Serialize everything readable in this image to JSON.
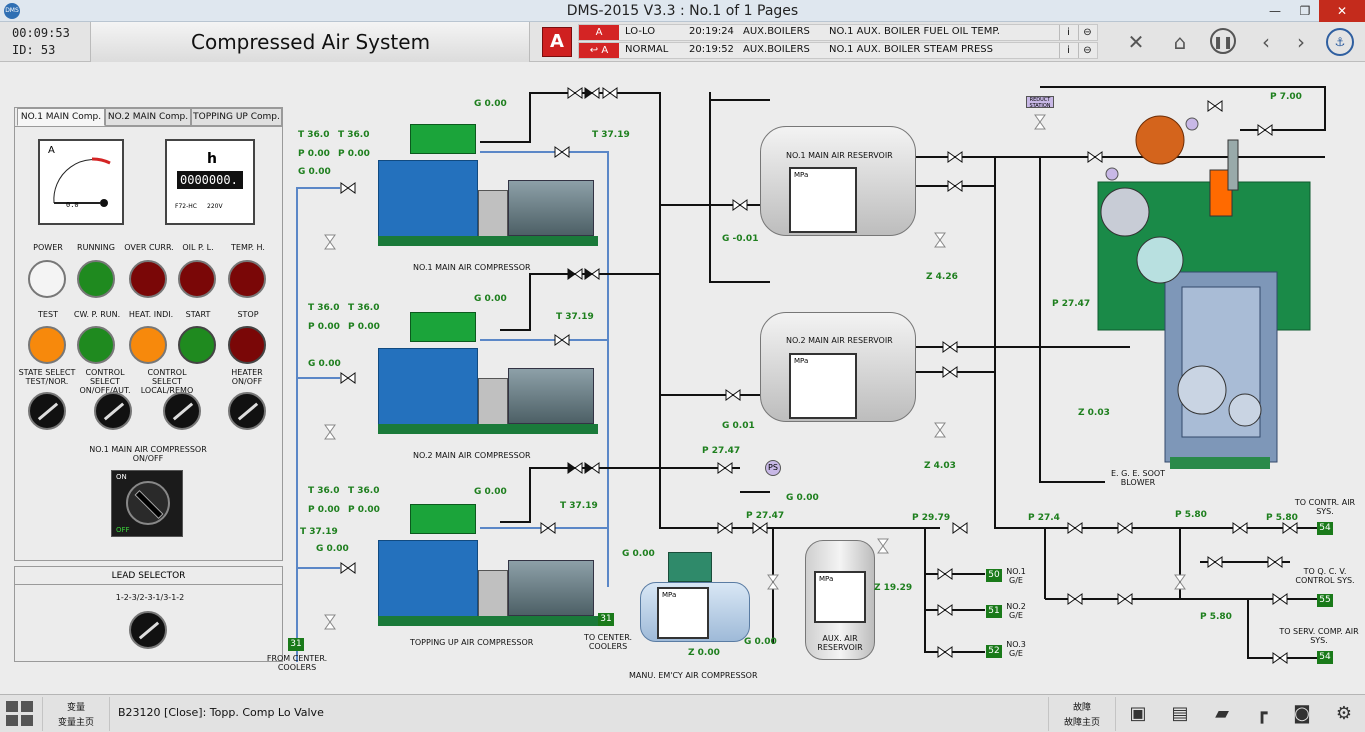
{
  "window": {
    "title": "DMS-2015 V3.3 : No.1 of 1 Pages",
    "logo_text": "DMS"
  },
  "header": {
    "clock": "00:09:53",
    "id_label": "ID:",
    "id_value": "53",
    "page_title": "Compressed Air System",
    "alarm_icon_text": "A",
    "alarms": [
      {
        "tag": "A",
        "state": "LO-LO",
        "time": "20:19:24",
        "group": "AUX.BOILERS",
        "message": "NO.1 AUX. BOILER FUEL OIL TEMP."
      },
      {
        "tag": "A",
        "state": "NORMAL",
        "time": "20:19:52",
        "group": "AUX.BOILERS",
        "message": "NO.1 AUX. BOILER STEAM PRESS"
      }
    ],
    "alarm_info_btn": "i",
    "alarm_more_btn": "⊖"
  },
  "left_panel": {
    "tabs": [
      "NO.1 MAIN Comp.",
      "NO.2 MAIN Comp.",
      "TOPPING UP Comp."
    ],
    "ammeter_unit": "A",
    "ammeter_reading": "0.0",
    "hour_unit": "h",
    "hour_counter": "0000000.",
    "hour_model": "F72-HC",
    "hour_volt": "220V",
    "lamp_labels": [
      "POWER",
      "RUNNING",
      "OVER CURR.",
      "OIL P. L.",
      "TEMP. H."
    ],
    "button_labels": [
      "TEST",
      "CW. P. RUN.",
      "HEAT. INDI.",
      "START",
      "STOP"
    ],
    "switch_labels": [
      "STATE SELECT TEST/NOR.",
      "CONTROL SELECT ON/OFF/AUT.",
      "CONTROL SELECT LOCAL/REMO",
      "HEATER ON/OFF"
    ],
    "main_switch_label": "NO.1 MAIN AIR COMPRESSOR ON/OFF",
    "main_switch_on": "ON",
    "main_switch_off": "OFF",
    "lead_selector_title": "LEAD SELECTOR",
    "lead_selector_value": "1-2-3/2-3-1/3-1-2"
  },
  "diagram": {
    "compressors": [
      {
        "name": "NO.1 MAIN AIR COMPRESSOR",
        "t1": "T 36.0",
        "t2": "T 36.0",
        "p1": "P 0.00",
        "p2": "P 0.00",
        "g_in": "G 0.00",
        "g_out": "G 0.00",
        "t_cool": "T 37.19"
      },
      {
        "name": "NO.2 MAIN AIR COMPRESSOR",
        "t1": "T 36.0",
        "t2": "T 36.0",
        "p1": "P 0.00",
        "p2": "P 0.00",
        "g_in": "G 0.00",
        "g_out": "G 0.00",
        "t_cool": "T 37.19"
      },
      {
        "name": "TOPPING UP AIR COMPRESSOR",
        "t1": "T 36.0",
        "t2": "T 36.0",
        "p1": "P 0.00",
        "p2": "P 0.00",
        "g_in": "G 0.00",
        "g_out": "G 0.00",
        "t_cool": "T 37.19",
        "t_in": "T 37.19"
      }
    ],
    "reservoirs": [
      {
        "name": "NO.1 MAIN AIR RESERVOIR",
        "g": "G -0.01",
        "z": "Z 4.26"
      },
      {
        "name": "NO.2 MAIN AIR RESERVOIR",
        "g": "G 0.01",
        "z": "Z 4.03"
      }
    ],
    "gauge_unit": "MPa",
    "from_cooler_label": "FROM CENTER. COOLERS",
    "to_cooler_label": "TO CENTER. COOLERS",
    "cooler_box_in": "31",
    "cooler_box_out": "31",
    "p_line": "P 27.47",
    "p_line2": "P 27.47",
    "ps_label": "PS",
    "g_aux_valve": "G 0.00",
    "p_aux": "P 29.79",
    "z_aux": "Z 19.29",
    "aux_reservoir": "AUX. AIR RESERVOIR",
    "emcy_compressor": "MANU. EM'CY AIR COMPRESSOR",
    "g_emcy_in": "G 0.00",
    "g_emcy_out": "G 0.00",
    "z_emcy": "Z 0.00",
    "reduct_station": "REDUCT STATION",
    "p_top": "P 7.00",
    "p_engine": "P 27.47",
    "z_soot": "Z 0.03",
    "soot_blower": "E. G. E. SOOT BLOWER",
    "p_27_4": "P 27.4",
    "p_580_a": "P 5.80",
    "p_580_b": "P 5.80",
    "p_580_c": "P 5.80",
    "ge_boxes": [
      "50",
      "51",
      "52"
    ],
    "ge_labels": [
      "NO.1 G/E",
      "NO.2 G/E",
      "NO.3 G/E"
    ],
    "dest_boxes": [
      "54",
      "55",
      "54"
    ],
    "dest_labels": [
      "TO CONTR. AIR SYS.",
      "TO Q. C. V. CONTROL SYS.",
      "TO SERV. COMP. AIR SYS."
    ]
  },
  "footer": {
    "btn1_top": "变量",
    "btn1_bottom": "变量主页",
    "status_text": "B23120 [Close]: Topp. Comp Lo Valve",
    "btn2_top": "故障",
    "btn2_bottom": "故障主页"
  },
  "colors": {
    "lamp_power": "#f4f4f4",
    "lamp_running": "#1f8a1f",
    "lamp_red": "#7a0707",
    "btn_orange": "#f7890c",
    "btn_green": "#1f8a1f",
    "btn_red": "#7a0707",
    "pipe_black": "#111111",
    "pipe_blue": "#5b87c7",
    "label_green": "#1e7f1e",
    "alarm_red": "#d42424"
  }
}
